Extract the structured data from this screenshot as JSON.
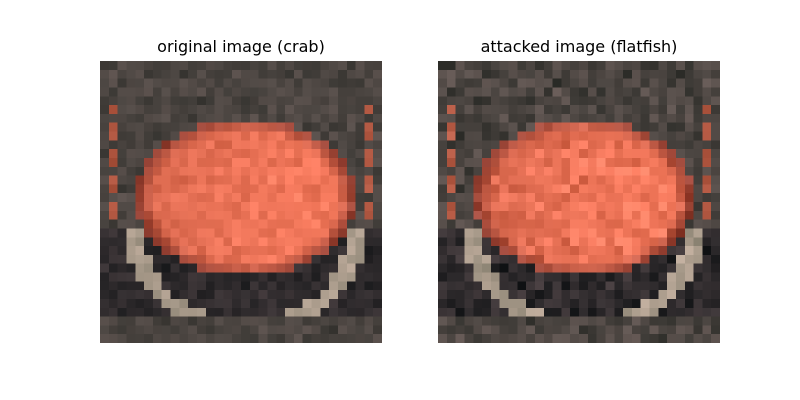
{
  "figure": {
    "panels": [
      {
        "title": "original image (crab)",
        "subject": "crab"
      },
      {
        "title": "attacked image (flatfish)",
        "subject": "crab"
      }
    ],
    "palette": {
      "background": "#4a4440",
      "shell_light": "#f4795c",
      "shell_mid": "#d9684e",
      "shell_dark": "#8a3a2e",
      "legs": "#a89a8a",
      "shadow": "#2e2a2c"
    }
  }
}
